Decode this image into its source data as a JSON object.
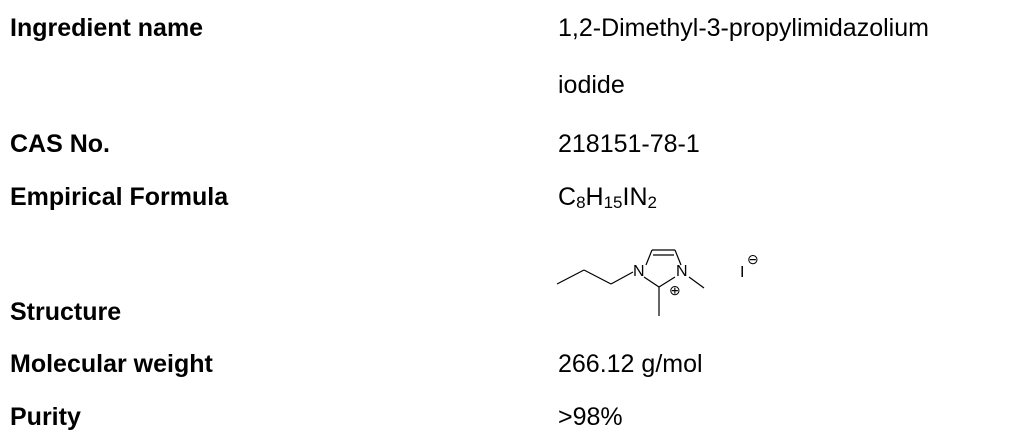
{
  "rows": {
    "ingredient": {
      "label": "Ingredient name",
      "value_line1": "1,2-Dimethyl-3-propylimidazolium",
      "value_line2": "iodide"
    },
    "cas": {
      "label": "CAS No.",
      "value": "218151-78-1"
    },
    "formula": {
      "label": "Empirical Formula",
      "parts": [
        {
          "text": "C",
          "sub": "8"
        },
        {
          "text": "H",
          "sub": "15"
        },
        {
          "text": "IN",
          "sub": "2"
        }
      ]
    },
    "structure": {
      "label": "Structure",
      "atoms": {
        "n1": "N",
        "n3": "N",
        "cation_charge": "⊕",
        "anion": "I",
        "anion_charge": "⊖"
      }
    },
    "molecular_weight": {
      "label": "Molecular weight",
      "value": "266.12 g/mol"
    },
    "purity": {
      "label": "Purity",
      "value": ">98%"
    }
  }
}
